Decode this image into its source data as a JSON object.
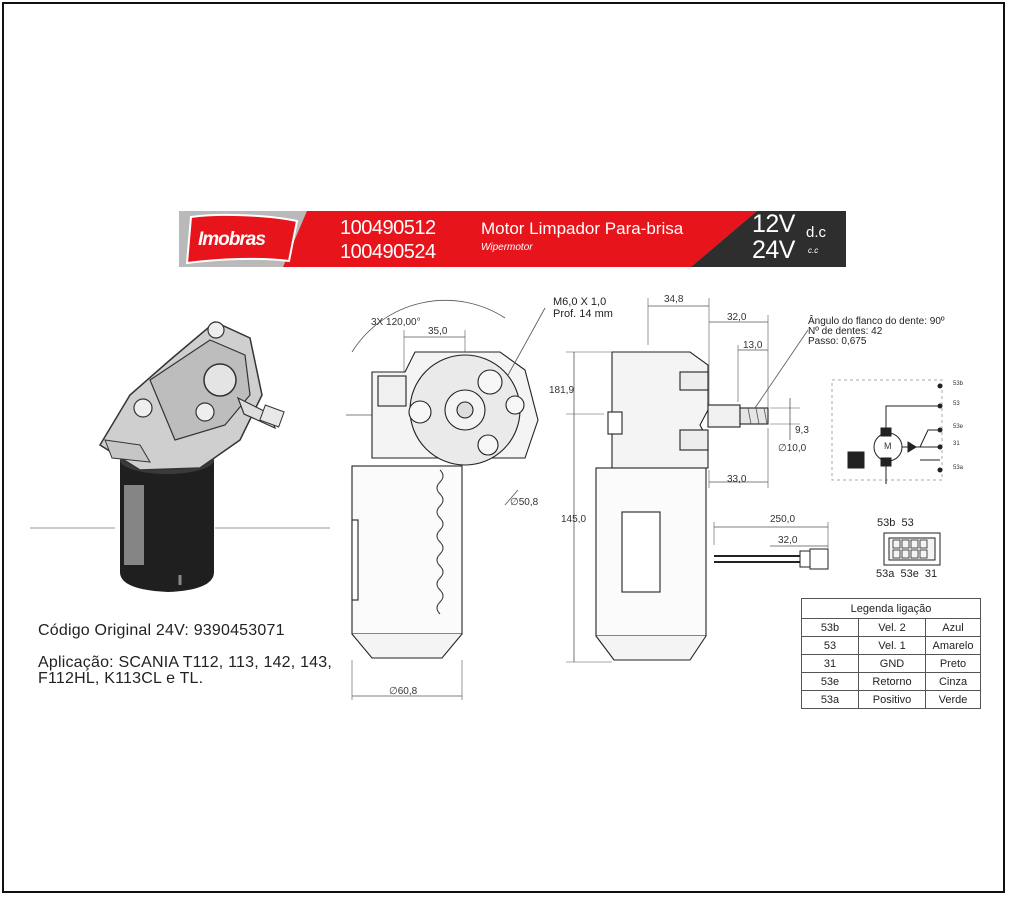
{
  "brand": {
    "logo": "Imobras"
  },
  "product": {
    "codes": [
      "100490512",
      "100490524"
    ],
    "title": "Motor Limpador Para-brisa",
    "subtitle": "Wipermotor",
    "voltage_1": "12V",
    "voltage_2": "24V",
    "current_1": "d.c",
    "current_2": "c.c"
  },
  "info": {
    "original_code": "Código Original 24V: 9390453071",
    "application_line1": "Aplicação: SCANIA T112, 113, 142, 143,",
    "application_line2": "F112HL, K113CL e TL."
  },
  "front_view": {
    "angle": "3X 120,00°",
    "width_35": "35,0",
    "thread_line1": "M6,0 X 1,0",
    "thread_line2": "Prof. 14 mm",
    "diameter_50": "∅50,8",
    "diameter_60": "∅60,8"
  },
  "side_view": {
    "d_34_8": "34,8",
    "d_32_top": "32,0",
    "d_13": "13,0",
    "d_181_9": "181,9",
    "d_145": "145,0",
    "d_9_3": "9,3",
    "d_10": "∅10,0",
    "d_33": "33,0"
  },
  "gear_notes": {
    "line1": "Ângulo do flanco do dente: 90º",
    "line2": "Nº de dentes: 42",
    "line3": "Passo: 0,675"
  },
  "schematic": {
    "motor_label": "M",
    "terminals": [
      "53b",
      "53",
      "53e",
      "31",
      "53a"
    ]
  },
  "cable": {
    "length": "250,0",
    "strip": "32,0"
  },
  "connector": {
    "top_labels": "53b  53",
    "bottom_labels": "53a  53e  31"
  },
  "legend": {
    "title": "Legenda ligação",
    "rows": [
      [
        "53b",
        "Vel. 2",
        "Azul"
      ],
      [
        "53",
        "Vel. 1",
        "Amarelo"
      ],
      [
        "31",
        "GND",
        "Preto"
      ],
      [
        "53e",
        "Retorno",
        "Cinza"
      ],
      [
        "53a",
        "Positivo",
        "Verde"
      ]
    ]
  },
  "colors": {
    "brand_red": "#e8141b",
    "dark_panel": "#2e2e2e",
    "banner_grey": "#b9b9b9"
  }
}
